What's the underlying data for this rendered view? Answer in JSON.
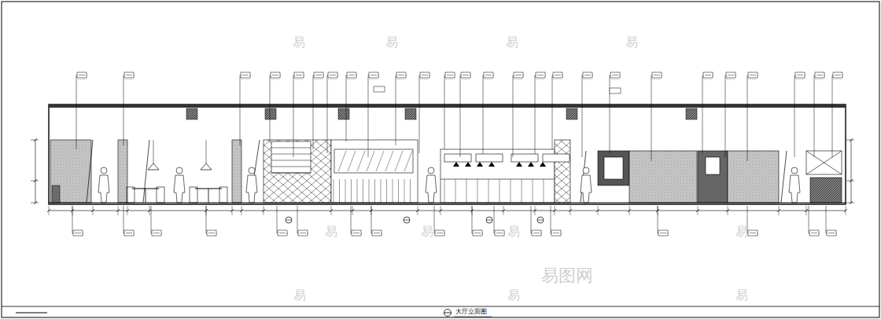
{
  "diagram": {
    "caption": "大厅立面图",
    "labels": [
      "易",
      "易",
      "易",
      "易",
      "易",
      "易",
      "易",
      "易",
      "易",
      "易",
      "易",
      "易图网"
    ]
  }
}
